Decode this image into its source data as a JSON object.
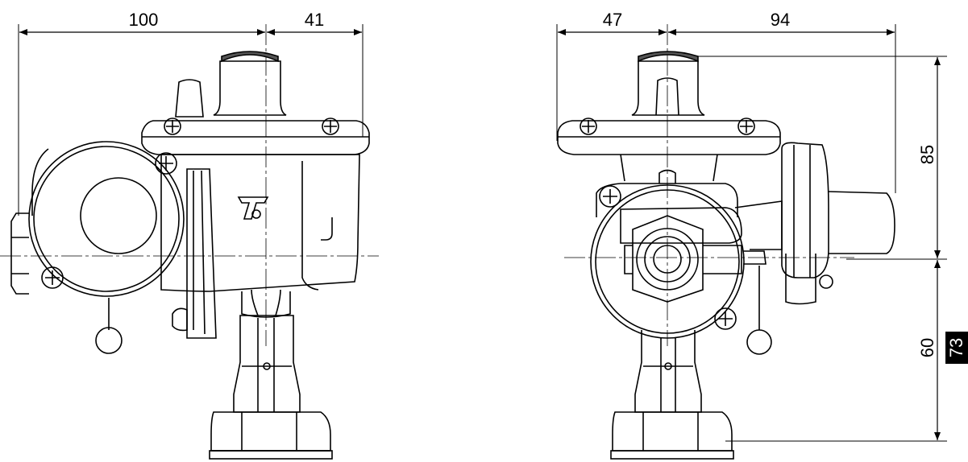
{
  "dimensions": {
    "left_view_width_left": "100",
    "left_view_width_right": "41",
    "right_view_width_left": "47",
    "right_view_width_right": "94",
    "height_upper": "85",
    "height_lower": "60"
  },
  "page_number": "73",
  "colors": {
    "line": "#000000",
    "background": "#ffffff",
    "badge": "#000000",
    "badge_text": "#ffffff"
  }
}
